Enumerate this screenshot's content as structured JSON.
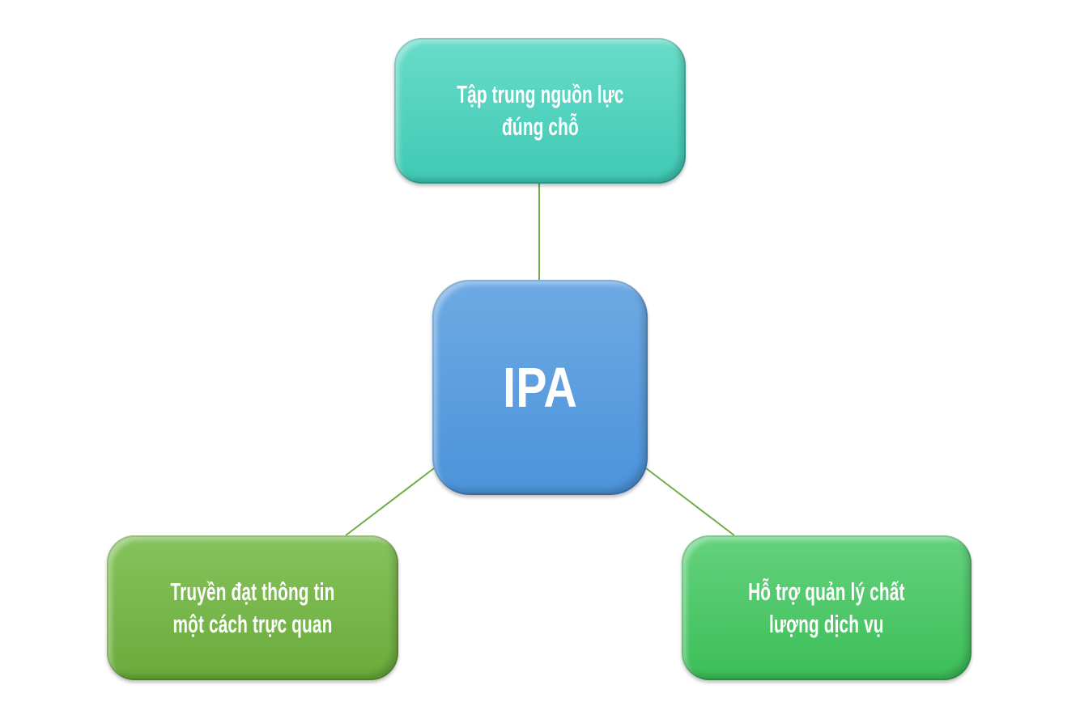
{
  "diagram": {
    "type": "hub-and-spoke",
    "center": {
      "label": "IPA",
      "color": "#5a9fe0"
    },
    "nodes": [
      {
        "id": "top",
        "line1": "Tập trung nguồn lực",
        "line2": "đúng chỗ",
        "color": "#52d3be"
      },
      {
        "id": "left",
        "line1": "Truyền đạt thông tin",
        "line2": "một cách trực quan",
        "color": "#76b64a"
      },
      {
        "id": "right",
        "line1": "Hỗ trợ quản lý chất",
        "line2": "lượng dịch vụ",
        "color": "#4cc866"
      }
    ],
    "connector_color": "#70ad47"
  }
}
